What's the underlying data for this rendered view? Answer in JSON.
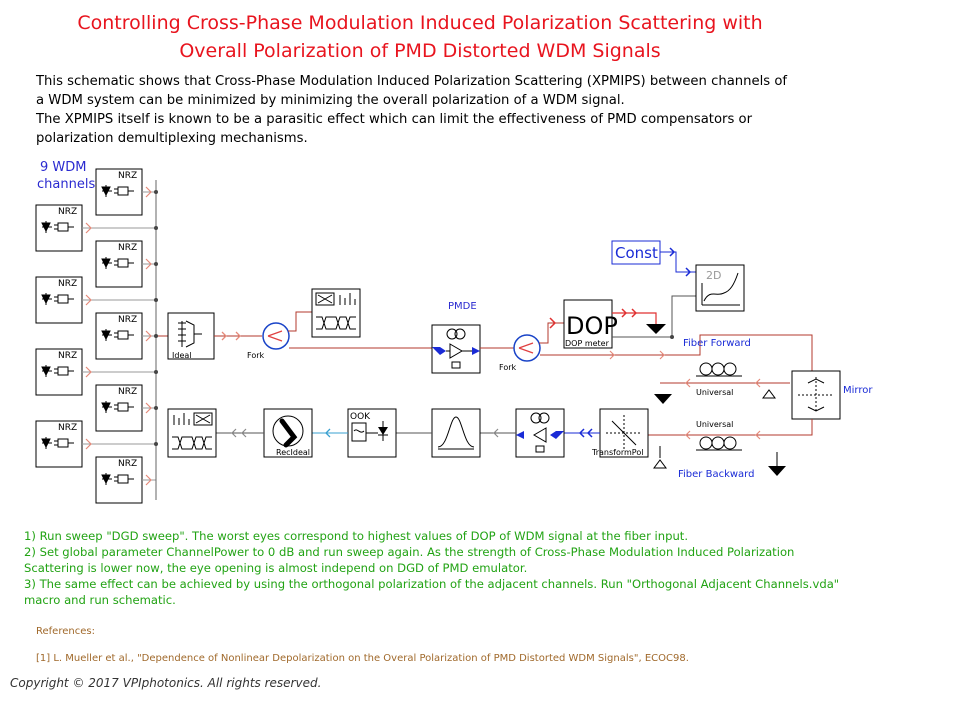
{
  "title": {
    "line1": "Controlling Cross-Phase Modulation Induced Polarization Scattering with",
    "line2": "Overall Polarization of PMD Distorted WDM Signals"
  },
  "description": {
    "line1": "This schematic shows that Cross-Phase Modulation Induced Polarization Scattering (XPMIPS) between channels of",
    "line2": "a WDM system can be minimized by minimizing the overall polarization of a WDM signal.",
    "line3": "The XPMIPS itself is known to be a parasitic effect which can limit the effectiveness of PMD compensators or",
    "line4": "polarization demultiplexing mechanisms."
  },
  "diagram": {
    "channels_label_1": "9 WDM",
    "channels_label_2": "channels",
    "nrz_label": "NRZ",
    "ideal_label": "Ideal",
    "fork_label": "Fork",
    "pmde_label": "PMDE",
    "dop_text": "DOP",
    "dop_meter_label": "DOP meter",
    "const_label": "Const",
    "plot_2d_label": "2D",
    "fiber_forward_label": "Fiber Forward",
    "universal_label": "Universal",
    "mirror_label": "Mirror",
    "fiber_backward_label": "Fiber Backward",
    "transform_pol_label": "TransformPol",
    "ook_label": "OOK",
    "rec_ideal_label": "RecIdeal",
    "colors": {
      "link": "#b33a2c",
      "highlight_link": "#e03030",
      "control_link": "#1a2bd6",
      "blue_text": "#2a2ad0",
      "arrow_marker": "#e68a7a",
      "bus": "#9a9a9a"
    }
  },
  "steps": {
    "line1": "1) Run sweep \"DGD sweep\". The worst eyes correspond to highest values of DOP of WDM signal at the fiber input.",
    "line2": "2) Set global parameter ChannelPower to 0 dB and run sweep again. As the strength of Cross-Phase Modulation Induced Polarization",
    "line3": "Scattering is lower now, the eye opening is almost independ on DGD of PMD emulator.",
    "line4": "3) The same effect can be achieved by using the orthogonal polarization of the adjacent channels. Run \"Orthogonal Adjacent Channels.vda\"",
    "line5": "macro and run schematic."
  },
  "references": {
    "heading": "References:",
    "ref1": "[1] L. Mueller et al., \"Dependence of Nonlinear Depolarization on the Overal Polarization of PMD Distorted WDM Signals\", ECOC98."
  },
  "copyright": "Copyright © 2017 VPIphotonics. All rights reserved."
}
